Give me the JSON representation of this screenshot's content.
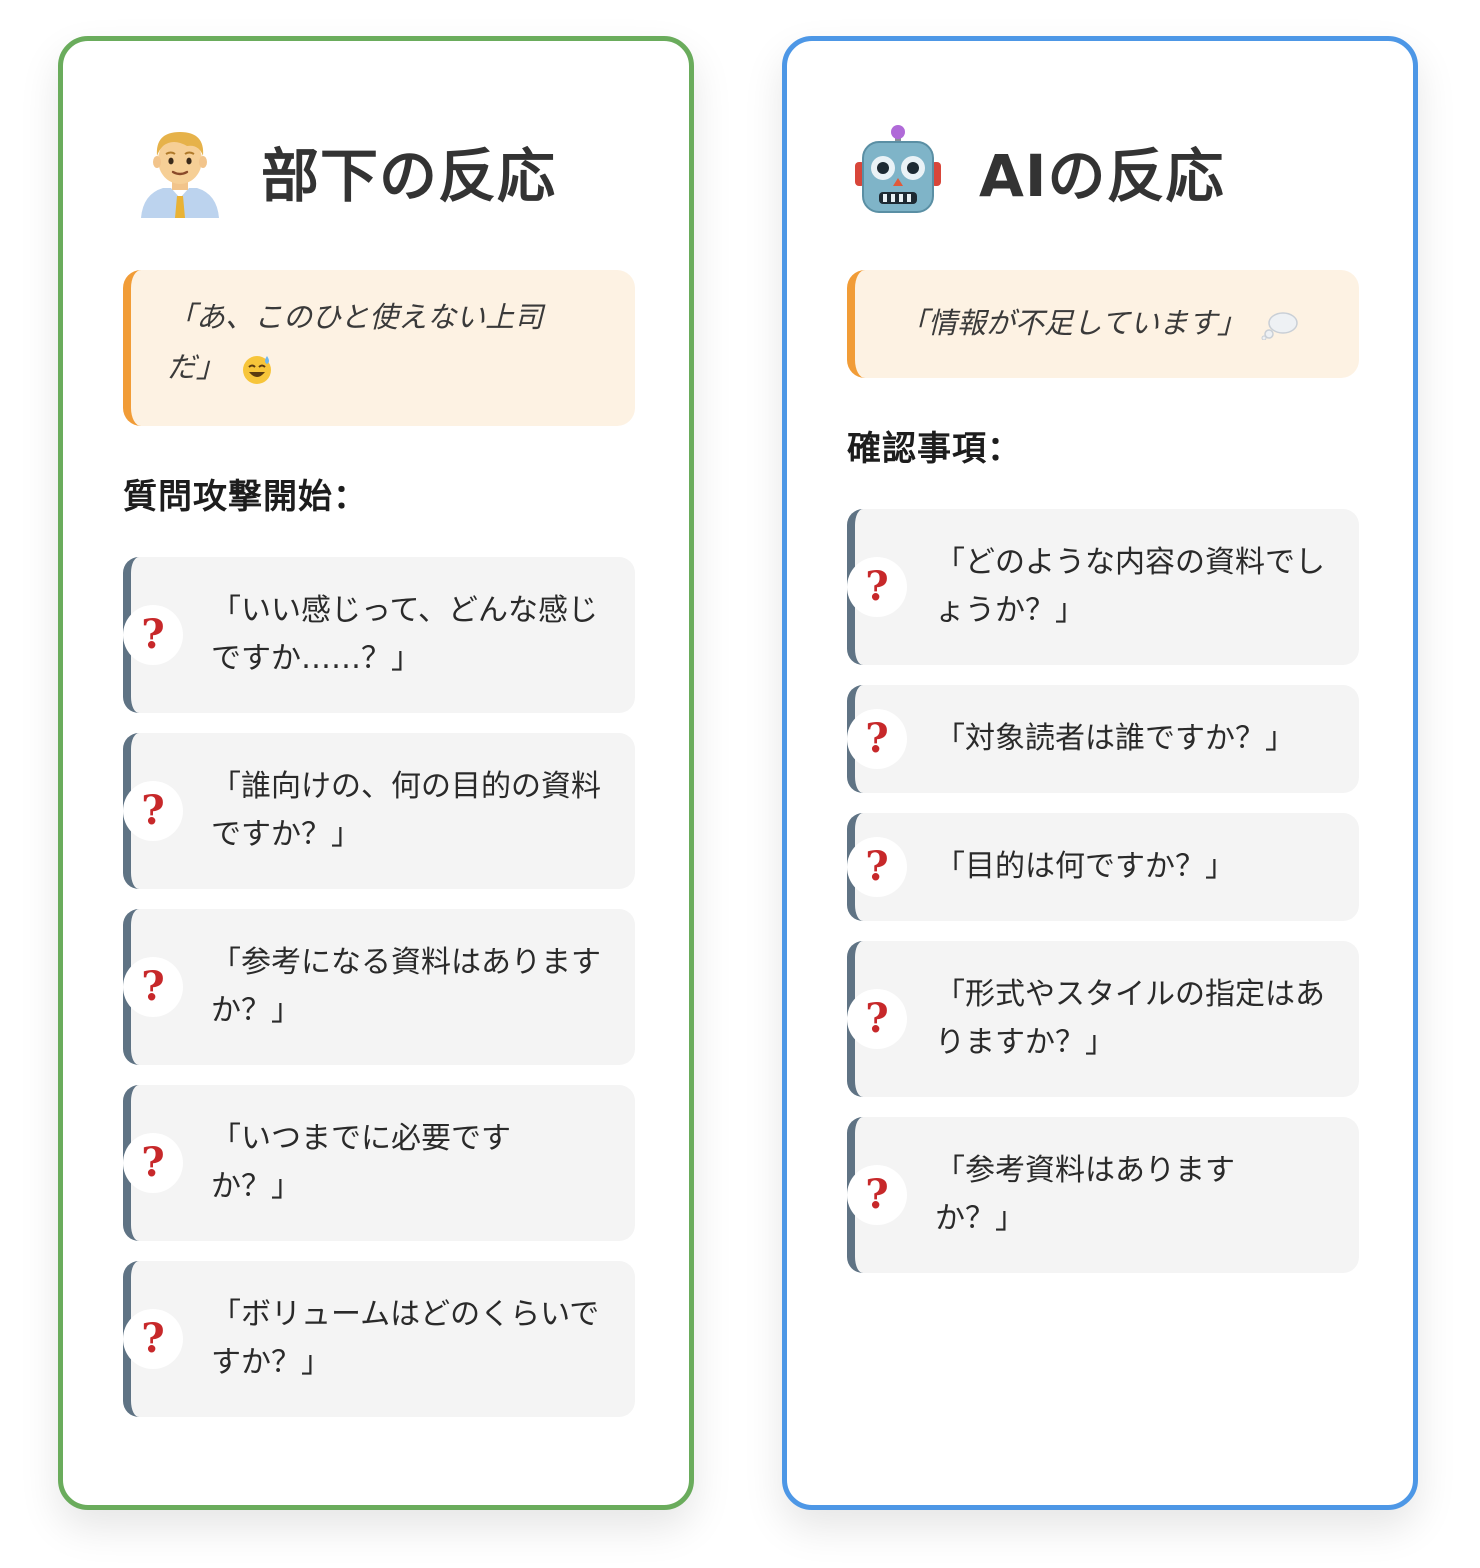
{
  "left": {
    "icon": "office-worker-man-icon",
    "title": "部下の反応",
    "quote": "「あ、このひと使えない上司だ」",
    "quote_icon": "sweat-smile-face-icon",
    "section_label": "質問攻撃開始：",
    "questions": [
      "「いい感じって、どんな感じですか……？」",
      "「誰向けの、何の目的の資料ですか？」",
      "「参考になる資料はありますか？」",
      "「いつまでに必要ですか？」",
      "「ボリュームはどのくらいですか？」"
    ]
  },
  "right": {
    "icon": "robot-face-icon",
    "title": "AIの反応",
    "quote": "「情報が不足しています」",
    "quote_icon": "thought-balloon-icon",
    "section_label": "確認事項：",
    "questions": [
      "「どのような内容の資料でしょうか？」",
      "「対象読者は誰ですか？」",
      "「目的は何ですか？」",
      "「形式やスタイルの指定はありますか？」",
      "「参考資料はありますか？」"
    ]
  },
  "question_mark": "?",
  "colors": {
    "left_border": "#6aac5c",
    "right_border": "#4d97e6",
    "quote_bg": "#fdf2e3",
    "quote_accent": "#f19c37",
    "item_bg": "#f4f4f4",
    "item_accent": "#5f7384",
    "question_mark": "#c7282a"
  }
}
